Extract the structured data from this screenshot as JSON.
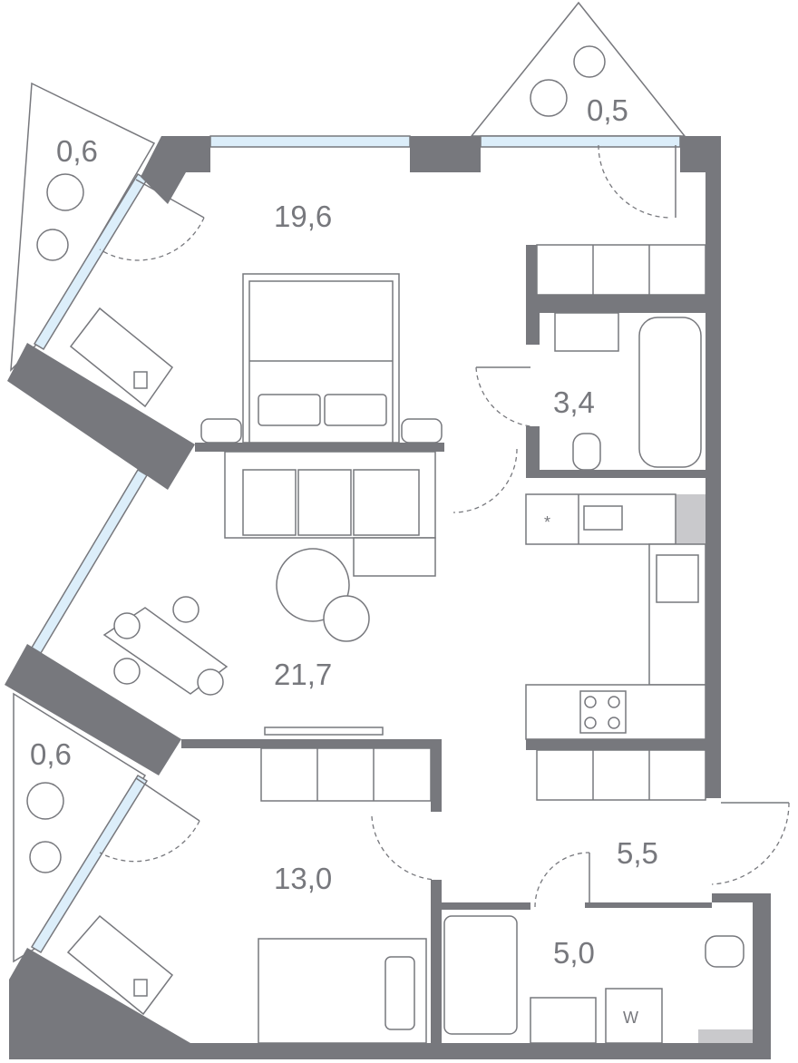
{
  "plan": {
    "rooms": [
      {
        "id": "balcony-left-top",
        "area": "0,6"
      },
      {
        "id": "balcony-top",
        "area": "0,5"
      },
      {
        "id": "bedroom-1",
        "area": "19,6"
      },
      {
        "id": "bathroom-1",
        "area": "3,4"
      },
      {
        "id": "living-kitchen",
        "area": "21,7"
      },
      {
        "id": "balcony-left-bottom",
        "area": "0,6"
      },
      {
        "id": "bedroom-2",
        "area": "13,0"
      },
      {
        "id": "hallway",
        "area": "5,5"
      },
      {
        "id": "bathroom-2",
        "area": "5,0"
      }
    ],
    "labels": {
      "fridge_mark": "*",
      "washer_mark": "W"
    },
    "colors": {
      "wall": "#77787d",
      "window": "#dceefa"
    }
  }
}
